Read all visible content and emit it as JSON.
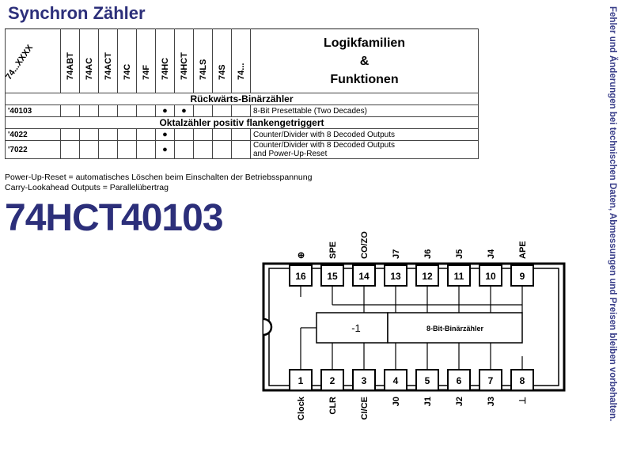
{
  "title": "Synchron Zähler",
  "side_note": "Fehler und Änderungen bei technischen Daten, Abmessungen und Preisen bleiben vorbehalten.",
  "table": {
    "family_header": "74...XXXX",
    "families": [
      "74ABT",
      "74AC",
      "74ACT",
      "74C",
      "74F",
      "74HC",
      "74HCT",
      "74LS",
      "74S",
      "74..."
    ],
    "logik_lines": [
      "Logikfamilien",
      "&",
      "Funktionen"
    ],
    "sections": [
      {
        "title": "Rückwärts-Binärzähler",
        "rows": [
          {
            "code": "'40103",
            "marks": [
              false,
              false,
              false,
              false,
              false,
              true,
              true,
              false,
              false,
              false
            ],
            "desc": [
              "8-Bit Presettable (Two Decades)"
            ]
          }
        ]
      },
      {
        "title": "Oktalzähler positiv flankengetriggert",
        "rows": [
          {
            "code": "'4022",
            "marks": [
              false,
              false,
              false,
              false,
              false,
              true,
              false,
              false,
              false,
              false
            ],
            "desc": [
              "Counter/Divider with 8 Decoded Outputs"
            ]
          },
          {
            "code": "'7022",
            "marks": [
              false,
              false,
              false,
              false,
              false,
              true,
              false,
              false,
              false,
              false
            ],
            "desc": [
              "Counter/Divider with 8 Decoded Outputs",
              "and Power-Up-Reset"
            ]
          }
        ]
      }
    ]
  },
  "notes": [
    "Power-Up-Reset = automatisches Löschen beim Einschalten der Betriebsspannung",
    "Carry-Lookahead Outputs = Parallelübertrag"
  ],
  "part_number": "74HCT40103",
  "pinout": {
    "top_pins": [
      {
        "num": "16",
        "label": "⊕"
      },
      {
        "num": "15",
        "label": "SPE"
      },
      {
        "num": "14",
        "label": "CO/ZO"
      },
      {
        "num": "13",
        "label": "J7"
      },
      {
        "num": "12",
        "label": "J6"
      },
      {
        "num": "11",
        "label": "J5"
      },
      {
        "num": "10",
        "label": "J4"
      },
      {
        "num": "9",
        "label": "APE"
      }
    ],
    "bottom_pins": [
      {
        "num": "1",
        "label": "Clock"
      },
      {
        "num": "2",
        "label": "CLR"
      },
      {
        "num": "3",
        "label": "CI/CE"
      },
      {
        "num": "4",
        "label": "J0"
      },
      {
        "num": "5",
        "label": "J1"
      },
      {
        "num": "6",
        "label": "J2"
      },
      {
        "num": "7",
        "label": "J3"
      },
      {
        "num": "8",
        "label": "⊥"
      }
    ],
    "block_minus": "-1",
    "block_counter": "8-Bit-Binärzähler"
  }
}
